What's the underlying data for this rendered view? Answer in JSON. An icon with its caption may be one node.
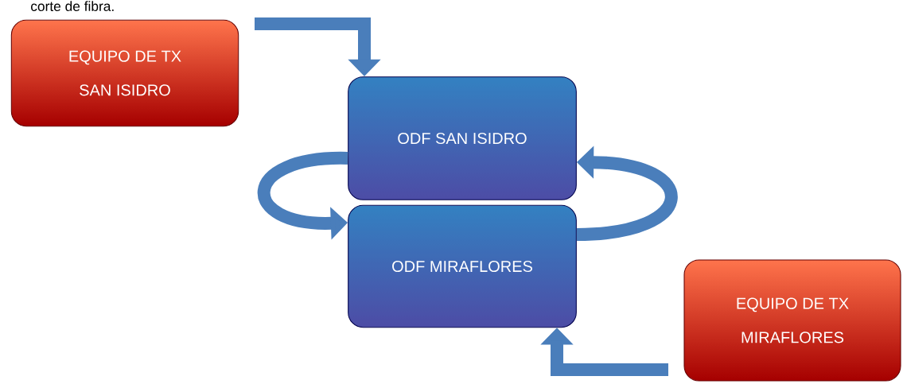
{
  "diagram": {
    "nodes": [
      {
        "text": [
          "EQUIPO DE TX",
          "SAN ISIDRO"
        ]
      },
      {
        "text": [
          "ODF SAN ISIDRO"
        ]
      },
      {
        "text": [
          "ODF MIRAFLORES"
        ]
      },
      {
        "text": [
          "EQUIPO DE TX",
          "MIRAFLORES"
        ]
      }
    ],
    "edges": [
      {
        "from": null,
        "to": 1,
        "arrow": "to"
      },
      {
        "from": 1,
        "to": 2,
        "arrow": "to"
      },
      {
        "from": 2,
        "to": 1,
        "arrow": "to"
      },
      {
        "from": null,
        "to": 2,
        "arrow": "to"
      }
    ],
    "labels": [
      "corte de fibra."
    ]
  }
}
